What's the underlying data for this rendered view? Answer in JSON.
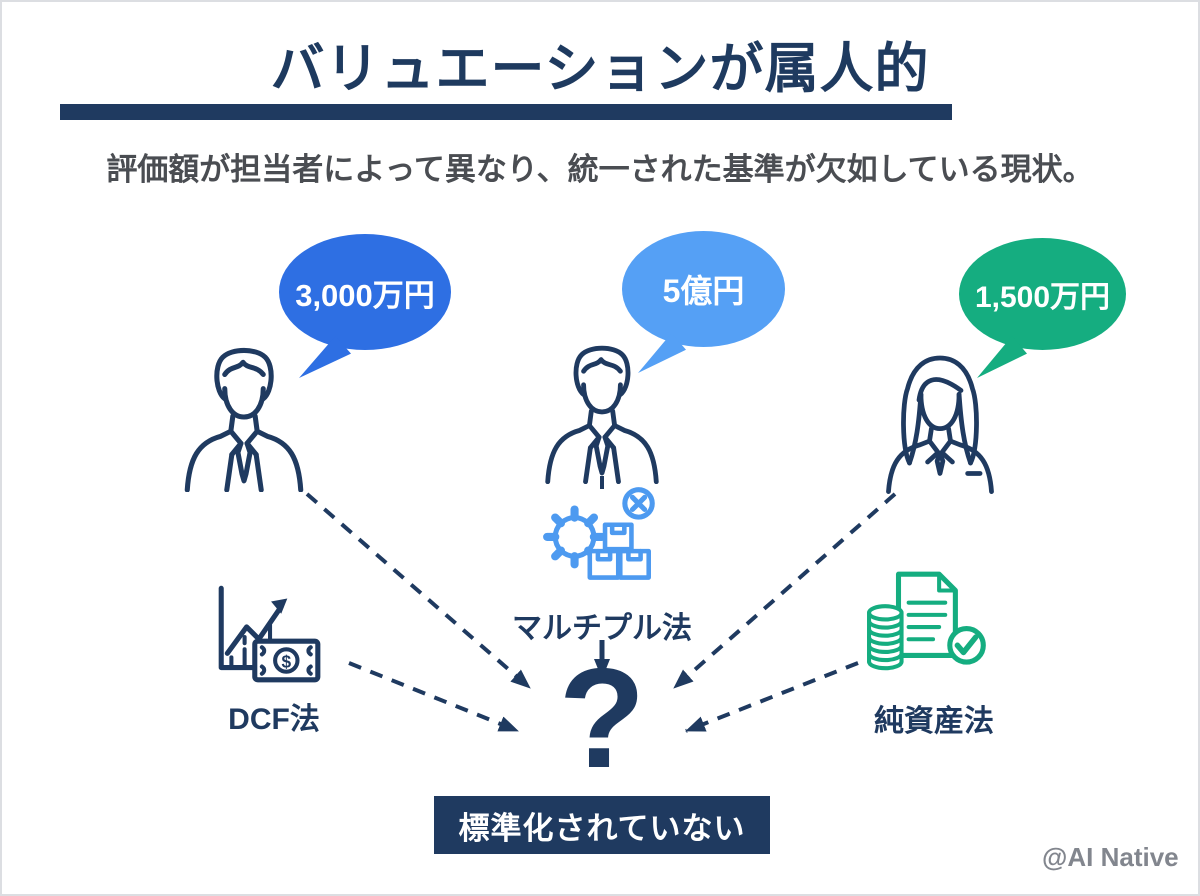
{
  "header": {
    "title": "バリュエーションが属人的",
    "subtitle": "評価額が担当者によって異なり、統一された基準が欠如している現状。"
  },
  "people": [
    {
      "role": "businessman-left",
      "bubble": {
        "text": "3,000万円",
        "color": "#2E6FE3"
      },
      "method": {
        "label": "DCF法",
        "icon": "growth-chart-money-icon",
        "color": "#1F3A60"
      }
    },
    {
      "role": "businessman-center",
      "bubble": {
        "text": "5億円",
        "color": "#55A0F5"
      },
      "method": {
        "label": "マルチプル法",
        "icon": "gear-boxes-error-icon",
        "color": "#4D9AF0"
      }
    },
    {
      "role": "businesswoman-right",
      "bubble": {
        "text": "1,500万円",
        "color": "#15AD80"
      },
      "method": {
        "label": "純資産法",
        "icon": "coins-document-check-icon",
        "color": "#15AD80"
      }
    }
  ],
  "icons": {
    "dollar_sign": "$"
  },
  "conclusion": {
    "question_mark": "?",
    "label": "標準化されていない"
  },
  "footer": {
    "watermark": "@AI Native"
  },
  "colors": {
    "navy": "#1F3A60",
    "title_navy": "#1E3A5F",
    "bubble_blue": "#2E6FE3",
    "bubble_light_blue": "#55A0F5",
    "bubble_green": "#15AD80",
    "icon_light_blue": "#4D9AF0",
    "icon_green": "#15AD80",
    "subtitle_gray": "#4A4D52",
    "watermark_gray": "#82868E"
  }
}
